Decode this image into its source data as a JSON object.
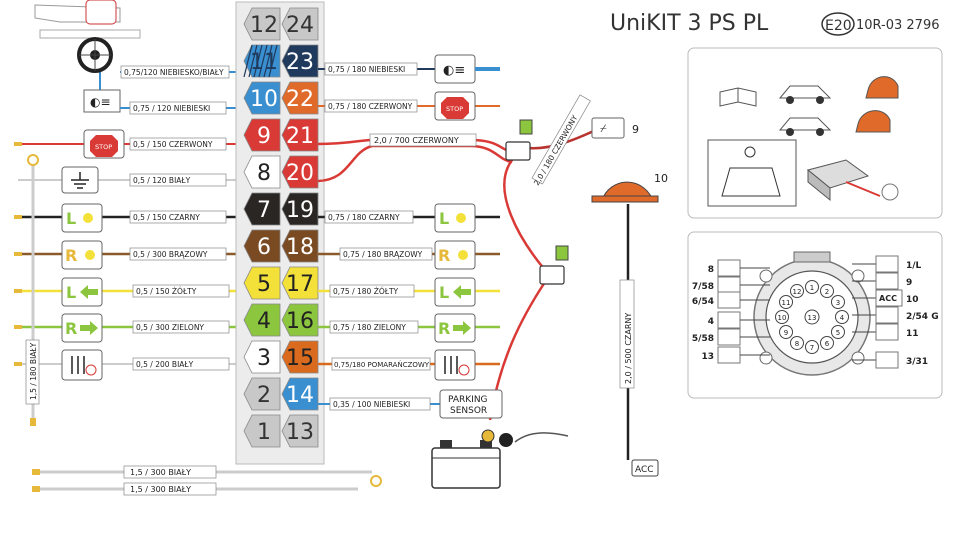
{
  "header": {
    "title": "UniKIT 3 PS PL",
    "approval_mark": "E20",
    "approval_code": "10R-03 2796"
  },
  "colors": {
    "red": "#d93a36",
    "blue": "#3a8fd0",
    "navy": "#1f3a5c",
    "orange": "#e06a2a",
    "black": "#2a2624",
    "brown": "#7a4a22",
    "yellow": "#f3e13a",
    "green": "#8cc63f",
    "dark_orange": "#d96a1e",
    "grey": "#c8c8c8"
  },
  "pins": {
    "left": [
      {
        "num": "12",
        "color": "#c8c8c8",
        "text": "#333333"
      },
      {
        "num": "11",
        "color": "#3a8fd0",
        "text": "#1f3a5c",
        "striped": true
      },
      {
        "num": "10",
        "color": "#3a8fd0",
        "text": "#ffffff"
      },
      {
        "num": "9",
        "color": "#d93a36",
        "text": "#ffffff"
      },
      {
        "num": "8",
        "color": "#ffffff",
        "text": "#222222"
      },
      {
        "num": "7",
        "color": "#2a2624",
        "text": "#ffffff"
      },
      {
        "num": "6",
        "color": "#7a4a22",
        "text": "#ffffff"
      },
      {
        "num": "5",
        "color": "#f3e13a",
        "text": "#222222"
      },
      {
        "num": "4",
        "color": "#8cc63f",
        "text": "#222222"
      },
      {
        "num": "3",
        "color": "#ffffff",
        "text": "#222222"
      },
      {
        "num": "2",
        "color": "#c8c8c8",
        "text": "#333333"
      },
      {
        "num": "1",
        "color": "#c8c8c8",
        "text": "#333333"
      }
    ],
    "right": [
      {
        "num": "24",
        "color": "#c8c8c8",
        "text": "#333333"
      },
      {
        "num": "23",
        "color": "#1f3a5c",
        "text": "#ffffff"
      },
      {
        "num": "22",
        "color": "#e06a2a",
        "text": "#ffffff"
      },
      {
        "num": "21",
        "color": "#d93a36",
        "text": "#ffffff"
      },
      {
        "num": "20",
        "color": "#d93a36",
        "text": "#ffffff"
      },
      {
        "num": "19",
        "color": "#2a2624",
        "text": "#ffffff"
      },
      {
        "num": "18",
        "color": "#7a4a22",
        "text": "#ffffff"
      },
      {
        "num": "17",
        "color": "#f3e13a",
        "text": "#222222"
      },
      {
        "num": "16",
        "color": "#8cc63f",
        "text": "#222222"
      },
      {
        "num": "15",
        "color": "#d96a1e",
        "text": "#222222"
      },
      {
        "num": "14",
        "color": "#3a8fd0",
        "text": "#ffffff"
      },
      {
        "num": "13",
        "color": "#c8c8c8",
        "text": "#333333"
      }
    ]
  },
  "wire_labels": {
    "left": [
      {
        "text": "0,75/120 NIEBIESKO/BIAŁY",
        "color": "#3a8fd0"
      },
      {
        "text": "0,75 / 120 NIEBIESKI",
        "color": "#3a8fd0"
      },
      {
        "text": "0,5 / 150 CZERWONY",
        "color": "#d93a36"
      },
      {
        "text": "0,5 / 120 BIAŁY",
        "color": "#bbbbbb"
      },
      {
        "text": "0,5 / 150 CZARNY",
        "color": "#222222"
      },
      {
        "text": "0,5 / 300 BRĄZOWY",
        "color": "#8a5a2a"
      },
      {
        "text": "0,5 / 150 ŻÓŁTY",
        "color": "#f3e13a"
      },
      {
        "text": "0,5 / 300 ZIELONY",
        "color": "#8cc63f"
      },
      {
        "text": "0,5 / 200 BIAŁY",
        "color": "#bbbbbb"
      }
    ],
    "right": [
      {
        "text": "0,75 / 180 NIEBIESKI",
        "color": "#1f3a5c"
      },
      {
        "text": "0,75 / 180 CZERWONY",
        "color": "#e06a2a"
      },
      {
        "text": "0,75 / 180 CZARNY",
        "color": "#222222"
      },
      {
        "text": "0,75 / 180 BRĄZOWY",
        "color": "#8a5a2a"
      },
      {
        "text": "0,75 / 180 ŻÓŁTY",
        "color": "#f3e13a"
      },
      {
        "text": "0,75 / 180 ZIELONY",
        "color": "#8cc63f"
      },
      {
        "text": "0,75/180 POMARAŃCZOWY",
        "color": "#d96a1e"
      },
      {
        "text": "0,35 / 100 NIEBIESKI",
        "color": "#3a8fd0"
      }
    ],
    "feed_red": "2,0 / 700 CZERWONY",
    "feed_dark_red": "2,0 / 180 CZERWONY",
    "acc_black": "2,0 / 500 CZARNY",
    "vertical_white": "1,5 / 180 BIAŁY",
    "bottom_white_1": "1,5 / 300 BIAŁY",
    "bottom_white_2": "1,5 / 300 BIAŁY"
  },
  "parking_sensor": {
    "line1": "PARKING",
    "line2": "SENSOR"
  },
  "stop_sign": "STOP",
  "callouts": {
    "c9": "9",
    "c10": "10",
    "acc": "ACC"
  },
  "socket": {
    "left": [
      "8",
      "7/58",
      "6/54",
      "4",
      "5/58",
      "13"
    ],
    "right": [
      "1/L",
      "9",
      "10",
      "2/54 G",
      "11",
      "3/31"
    ],
    "acc": "ACC",
    "inner": [
      "1",
      "2",
      "3",
      "4",
      "5",
      "6",
      "7",
      "8",
      "9",
      "10",
      "11",
      "12",
      "13"
    ]
  }
}
